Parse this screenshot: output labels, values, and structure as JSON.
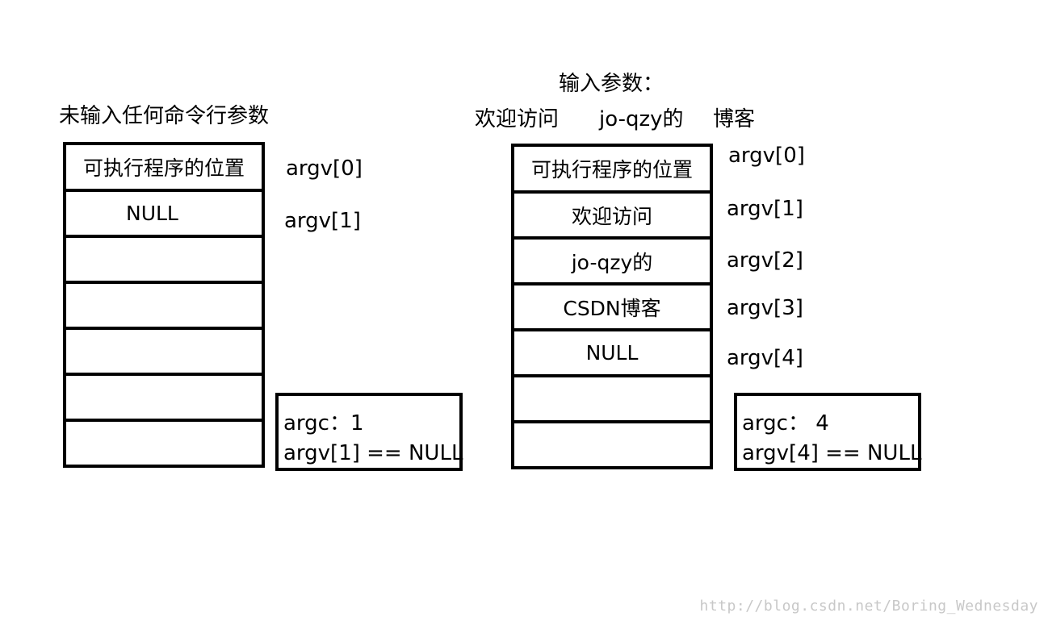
{
  "left": {
    "title": "未输入任何命令行参数",
    "cells": [
      "可执行程序的位置",
      "NULL",
      "",
      "",
      "",
      "",
      ""
    ],
    "argv_labels": [
      "argv[0]",
      "argv[1]"
    ],
    "info": {
      "argc": "argc：1",
      "null_check": "argv[1] == NULL"
    }
  },
  "right": {
    "header": "输入参数：",
    "args": [
      "欢迎访问",
      "jo-qzy的",
      "博客"
    ],
    "cells": [
      "可执行程序的位置",
      "欢迎访问",
      "jo-qzy的",
      "CSDN博客",
      "NULL",
      "",
      ""
    ],
    "argv_labels": [
      "argv[0]",
      "argv[1]",
      "argv[2]",
      "argv[3]",
      "argv[4]"
    ],
    "info": {
      "argc": "argc： 4",
      "null_check": "argv[4] == NULL"
    }
  },
  "watermark": "http://blog.csdn.net/Boring_Wednesday"
}
